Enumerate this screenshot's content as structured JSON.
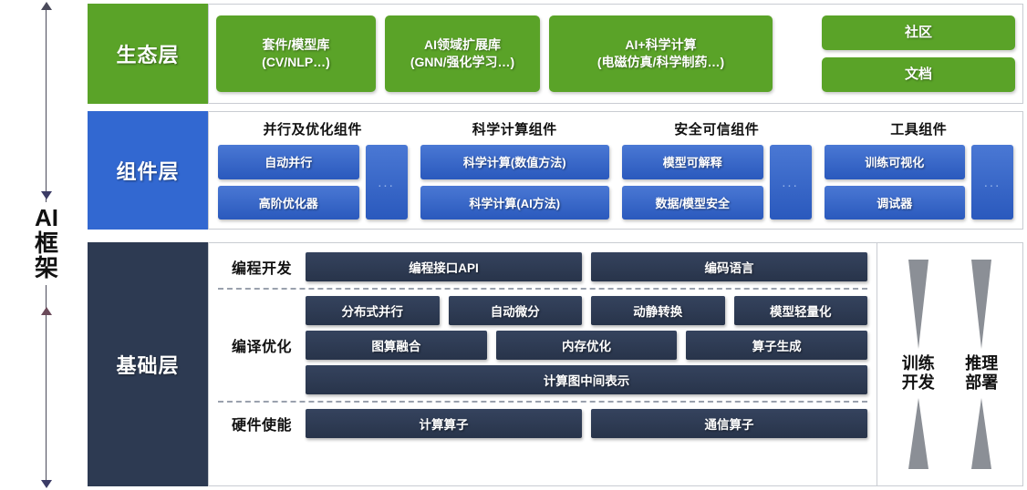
{
  "axis": {
    "label_lines": [
      "AI",
      "框",
      "架"
    ]
  },
  "layers": {
    "ecosystem": {
      "tag": "生态层",
      "color": "#5aa328",
      "boxes": [
        {
          "line1": "套件/模型库",
          "line2": "(CV/NLP…)"
        },
        {
          "line1": "AI领域扩展库",
          "line2": "(GNN/强化学习…)"
        },
        {
          "line1": "AI+科学计算",
          "line2": "(电磁仿真/科学制药…)"
        }
      ],
      "stack": [
        "社区",
        "文档"
      ]
    },
    "component": {
      "tag": "组件层",
      "color": "#3268d1",
      "ellipsis": "...",
      "groups": [
        {
          "title": "并行及优化组件",
          "items": [
            "自动并行",
            "高阶优化器"
          ]
        },
        {
          "title": "科学计算组件",
          "items": [
            "科学计算(数值方法)",
            "科学计算(AI方法)"
          ]
        },
        {
          "title": "安全可信组件",
          "items": [
            "模型可解释",
            "数据/模型安全"
          ]
        },
        {
          "title": "工具组件",
          "items": [
            "训练可视化",
            "调试器"
          ]
        }
      ]
    },
    "base": {
      "tag": "基础层",
      "color": "#2d3a52",
      "sections": [
        {
          "label": "编程开发",
          "rows": [
            [
              {
                "text": "编程接口API",
                "flex": 1
              },
              {
                "text": "编码语言",
                "flex": 1
              }
            ]
          ]
        },
        {
          "label": "编译优化",
          "rows": [
            [
              {
                "text": "分布式并行",
                "flex": 1
              },
              {
                "text": "自动微分",
                "flex": 1
              },
              {
                "text": "动静转换",
                "flex": 1
              },
              {
                "text": "模型轻量化",
                "flex": 1
              }
            ],
            [
              {
                "text": "图算融合",
                "flex": 1
              },
              {
                "text": "内存优化",
                "flex": 1
              },
              {
                "text": "算子生成",
                "flex": 1
              }
            ],
            [
              {
                "text": "计算图中间表示",
                "flex": 1
              }
            ]
          ]
        },
        {
          "label": "硬件使能",
          "rows": [
            [
              {
                "text": "计算算子",
                "flex": 1
              },
              {
                "text": "通信算子",
                "flex": 1
              }
            ]
          ]
        }
      ],
      "arrows": [
        {
          "lines": [
            "训练",
            "开发"
          ]
        },
        {
          "lines": [
            "推理",
            "部署"
          ]
        }
      ]
    }
  }
}
